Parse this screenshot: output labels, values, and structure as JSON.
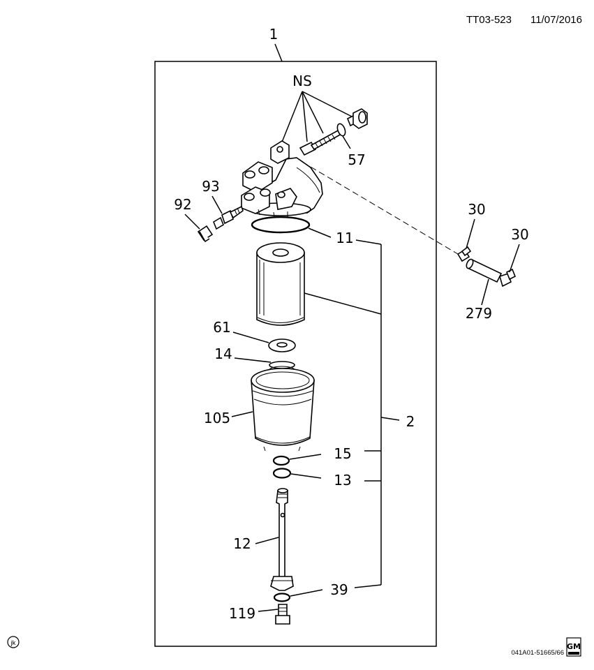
{
  "header": {
    "ref": "TT03-523",
    "date": "11/07/2016"
  },
  "callouts": {
    "c1": "1",
    "ns": "NS",
    "c57": "57",
    "c93": "93",
    "c92": "92",
    "c11": "11",
    "c30a": "30",
    "c30b": "30",
    "c279": "279",
    "c61": "61",
    "c14": "14",
    "c105": "105",
    "c2": "2",
    "c15": "15",
    "c13": "13",
    "c12": "12",
    "c39": "39",
    "c119": "119"
  },
  "footer": {
    "mark": "jk",
    "drawing_no": "041A01-51665/66",
    "logo_text": "GM"
  }
}
